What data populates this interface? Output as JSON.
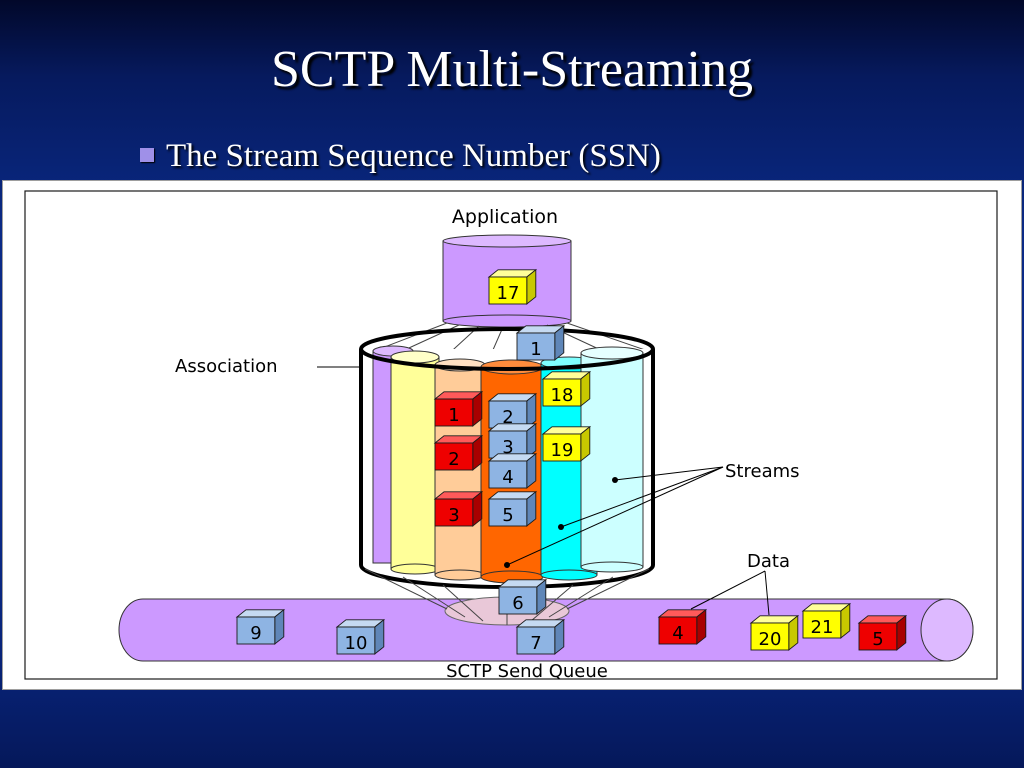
{
  "slide": {
    "title": "SCTP Multi-Streaming",
    "bullet": "The Stream Sequence Number (SSN)"
  },
  "diagram": {
    "labels": {
      "application": "Application",
      "association": "Association",
      "streams": "Streams",
      "data": "Data",
      "send_queue": "SCTP Send Queue"
    },
    "chunks": {
      "app_17": "17",
      "top_1": "1",
      "red_1": "1",
      "red_2": "2",
      "red_3": "3",
      "blue_2": "2",
      "blue_3": "3",
      "blue_4": "4",
      "blue_5": "5",
      "yellow_18": "18",
      "yellow_19": "19",
      "bottom_6": "6",
      "queue_7": "7",
      "queue_9": "9",
      "queue_10": "10",
      "queue_4": "4",
      "queue_20": "20",
      "queue_21": "21",
      "queue_5": "5"
    },
    "colors": {
      "background": "#0a2b8c",
      "chunk_blue": "#8eb4e3",
      "chunk_red": "#ee0000",
      "chunk_yellow": "#ffff00",
      "application": "#cc99ff",
      "queue": "#cc99ff",
      "stream_yellow": "#ffff99",
      "stream_peach": "#ffcc99",
      "stream_orange": "#ff6600",
      "stream_cyan": "#00ffff",
      "stream_lightcyan": "#ccffff"
    }
  }
}
